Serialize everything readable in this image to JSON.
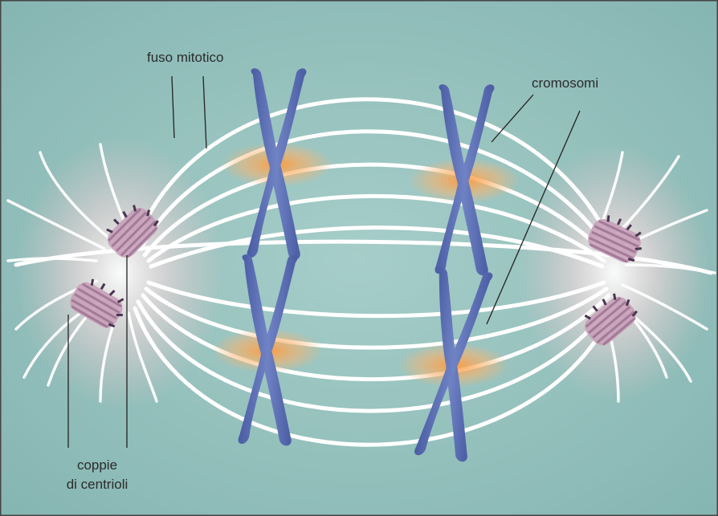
{
  "labels": {
    "spindle": "fuso mitotico",
    "chromosomes": "cromosomi",
    "centrioles_line1": "coppie",
    "centrioles_line2": "di centrioli"
  },
  "colors": {
    "background": "#8fbdb9",
    "spindle_fiber": "#ffffff",
    "chromosome": "#5b6fb0",
    "centromere_glow": "#f5a04a",
    "centriole": "#b48aa6",
    "label_line": "#222222",
    "border": "#444444"
  },
  "icons": {
    "chromosome": "x-shaped-chromosome",
    "centriole": "centriole-cylinder"
  }
}
